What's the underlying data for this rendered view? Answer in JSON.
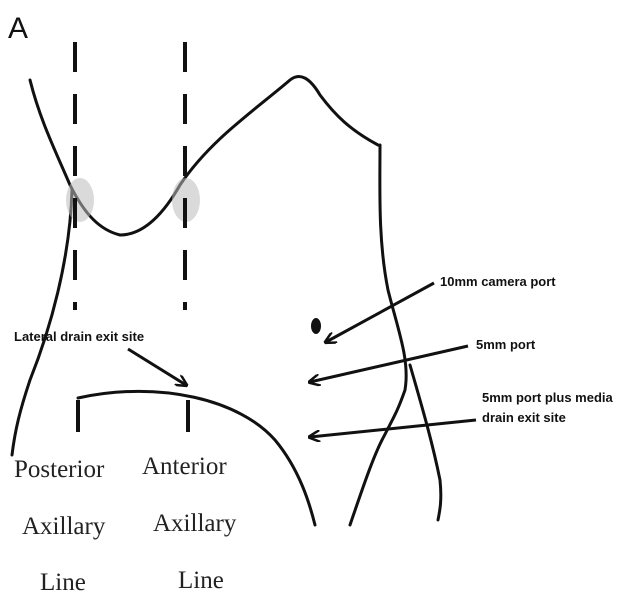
{
  "panel_letter": "A",
  "callouts": {
    "camera_port": "10mm camera port",
    "lateral_drain": "Lateral drain exit site",
    "port_5mm": "5mm port",
    "port_5mm_media_line1": "5mm port plus media",
    "port_5mm_media_line2": "drain exit site"
  },
  "lines": {
    "posterior": [
      "Posterior",
      "Axillary",
      "Line"
    ],
    "anterior": [
      "Anterior",
      "Axillary",
      "Line"
    ]
  }
}
